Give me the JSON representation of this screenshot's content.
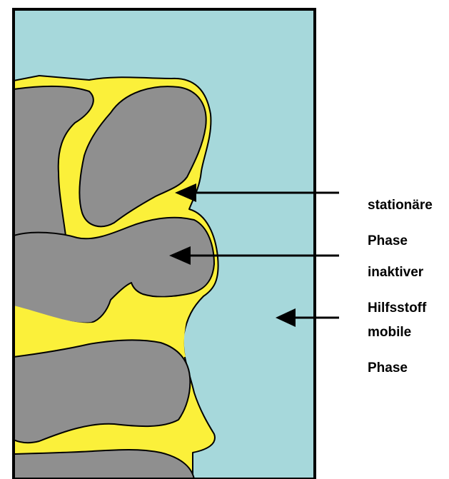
{
  "colors": {
    "mobile_phase": "#a6d8db",
    "stationary_phase": "#fbf03a",
    "inactive_excipient": "#8f8f8f",
    "outline": "#000000",
    "background": "#ffffff"
  },
  "labels": {
    "stationary_phase": {
      "line1": "stationäre",
      "line2": "Phase"
    },
    "inactive_excipient": {
      "line1": "inaktiver",
      "line2": "Hilfsstoff"
    },
    "mobile_phase": {
      "line1": "mobile",
      "line2": "Phase"
    }
  },
  "arrows": [
    {
      "target": "stationary_phase",
      "icon": "arrow-left-icon"
    },
    {
      "target": "inactive_excipient",
      "icon": "arrow-left-icon"
    },
    {
      "target": "mobile_phase",
      "icon": "arrow-left-icon"
    }
  ]
}
